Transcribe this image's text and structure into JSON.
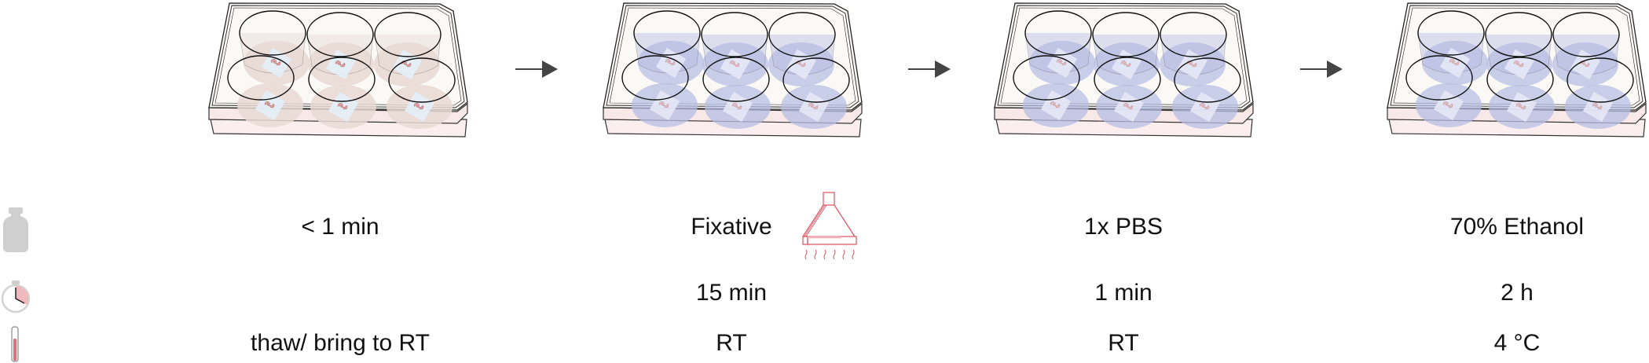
{
  "row_icons": {
    "reagent": "bottle-icon",
    "time": "stopwatch-icon",
    "temperature": "thermometer-icon"
  },
  "colors": {
    "icon_gray": "#cfcfcf",
    "hood_red": "#e05060",
    "stopwatch_fill": "#f0b8bd",
    "thermo_red": "#e0707a",
    "tissue_medium": "#e8d9d3",
    "fixative_blue": "#b7bde3",
    "arrow": "#444444",
    "text": "#111111"
  },
  "steps": [
    {
      "reagent": "< 1 min",
      "time": "",
      "temperature": "thaw/ bring to RT",
      "well_fill": "tissue_medium",
      "hazard_icon": null
    },
    {
      "reagent": "Fixative",
      "time": "15 min",
      "temperature": "RT",
      "well_fill": "fixative_blue",
      "hazard_icon": "fume-hood-icon"
    },
    {
      "reagent": "1x PBS",
      "time": "1 min",
      "temperature": "RT",
      "well_fill": "fixative_blue",
      "hazard_icon": null
    },
    {
      "reagent": "70% Ethanol",
      "time": "2 h",
      "temperature": "4 °C",
      "well_fill": "fixative_blue",
      "hazard_icon": null
    }
  ],
  "arrows": [
    "step-1-to-2",
    "step-2-to-3",
    "step-3-to-4"
  ]
}
